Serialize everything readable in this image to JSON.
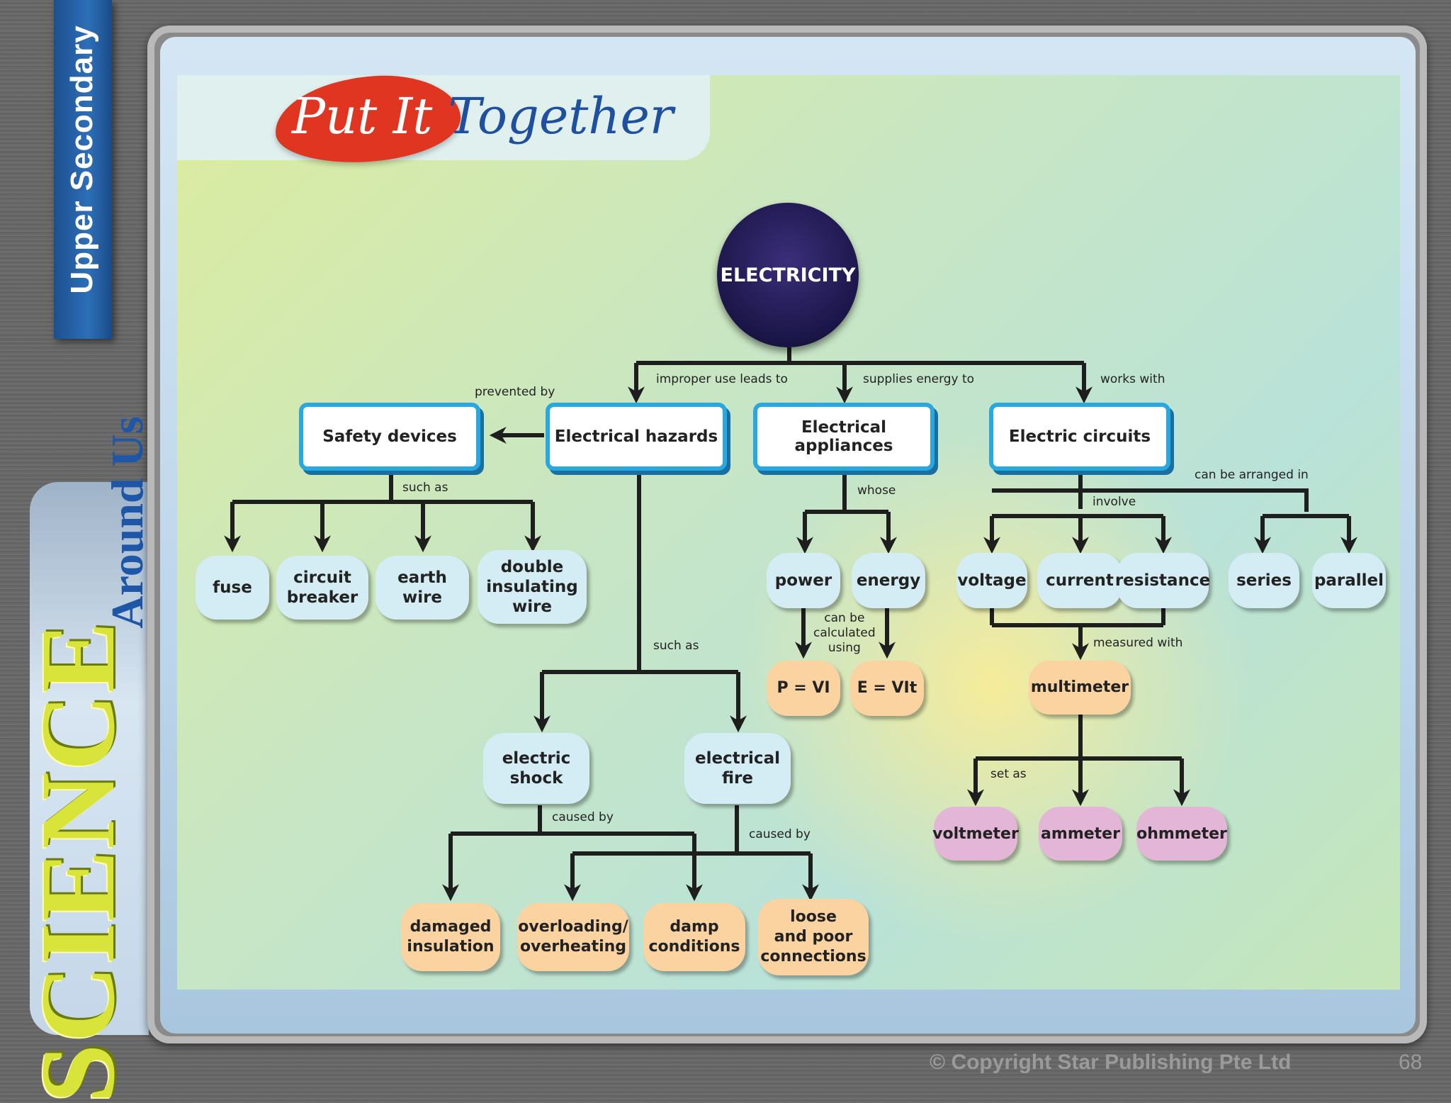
{
  "side_tab": "Upper Secondary",
  "brand": {
    "word1": "SCIENCE",
    "word2": "Around Us"
  },
  "title": {
    "part1": "Put It ",
    "part2": "Together"
  },
  "nodes": {
    "electricity": "ELECTRICITY",
    "safety_devices": "Safety devices",
    "electrical_hazards": "Electrical hazards",
    "electrical_appliances": "Electrical appliances",
    "electric_circuits": "Electric circuits",
    "fuse": "fuse",
    "circuit_breaker": "circuit\nbreaker",
    "earth_wire": "earth wire",
    "double_insulating_wire": "double\ninsulating\nwire",
    "power": "power",
    "energy": "energy",
    "p_vi": "P = VI",
    "e_vit": "E = VIt",
    "voltage": "voltage",
    "current": "current",
    "resistance": "resistance",
    "series": "series",
    "parallel": "parallel",
    "multimeter": "multimeter",
    "voltmeter": "voltmeter",
    "ammeter": "ammeter",
    "ohmmeter": "ohmmeter",
    "electric_shock": "electric\nshock",
    "electrical_fire": "electrical\nfire",
    "damaged_insulation": "damaged\ninsulation",
    "overloading": "overloading/\noverheating",
    "damp_conditions": "damp\nconditions",
    "loose_connections": "loose\nand poor\nconnections"
  },
  "labels": {
    "improper_use": "improper use leads to",
    "supplies_energy": "supplies energy to",
    "works_with": "works with",
    "prevented_by": "prevented by",
    "such_as_safety": "such as",
    "whose": "whose",
    "can_be_arranged": "can be arranged in",
    "involve": "involve",
    "can_be_calculated": "can be\ncalculated\nusing",
    "measured_with": "measured with",
    "such_as_hazards": "such as",
    "set_as": "set as",
    "caused_by_shock": "caused by",
    "caused_by_fire": "caused by"
  },
  "colors": {
    "main_border": "#28a8df",
    "blue_node": "#d4ecf4",
    "orange_node": "#fbd3a0",
    "pink_node": "#e3b6d8",
    "center_node": "#1b1648"
  },
  "footer": {
    "copyright": "© Copyright Star Publishing Pte Ltd",
    "page": "68"
  }
}
